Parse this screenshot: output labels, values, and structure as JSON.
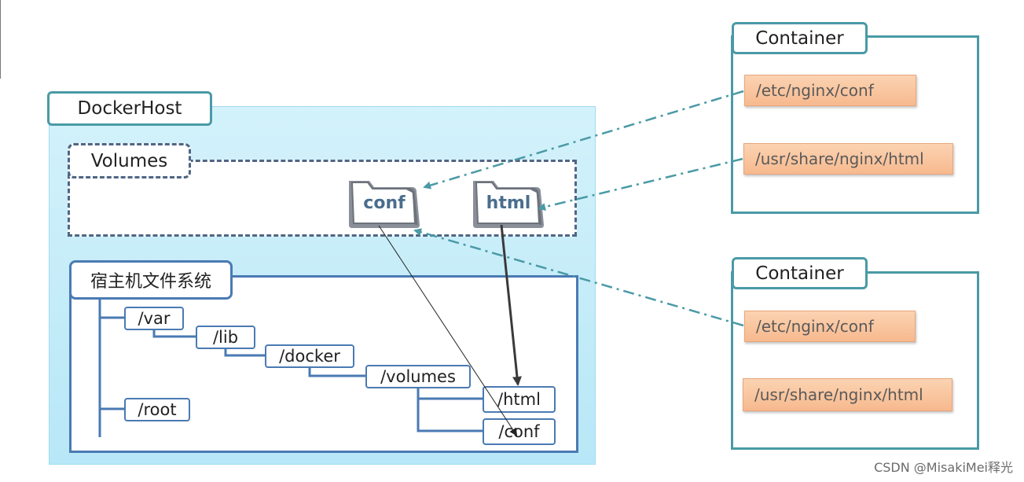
{
  "dockerhost": {
    "label": "DockerHost"
  },
  "volumes": {
    "label": "Volumes",
    "folders": [
      {
        "label": "conf"
      },
      {
        "label": "html"
      }
    ]
  },
  "hostfs": {
    "label": "宿主机文件系统",
    "nodes": {
      "var": "/var",
      "lib": "/lib",
      "docker": "/docker",
      "volumes": "/volumes",
      "html": "/html",
      "conf": "/conf",
      "root": "/root"
    }
  },
  "containers": [
    {
      "label": "Container",
      "paths": [
        "/etc/nginx/conf",
        "/usr/share/nginx/html"
      ]
    },
    {
      "label": "Container",
      "paths": [
        "/etc/nginx/conf",
        "/usr/share/nginx/html"
      ]
    }
  ],
  "colors": {
    "host_panel": "#bfe9f8",
    "teal_border": "#4a9aa6",
    "blue_border": "#4a7ab3",
    "dashed_border": "#4f6685",
    "path_fill": "#f9c7a0",
    "arrow_dashdot": "#4a9aa6"
  },
  "watermark": "CSDN @MisakiMei释光"
}
